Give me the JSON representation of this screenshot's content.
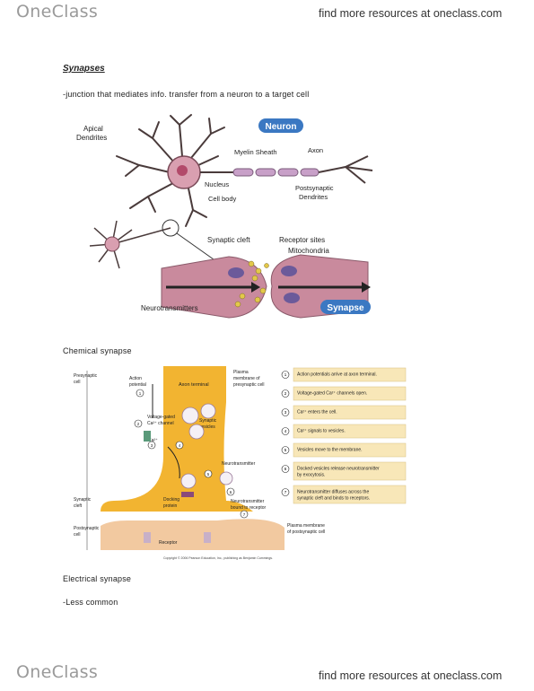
{
  "header": {
    "logo": "OneClass",
    "tagline": "find more resources at oneclass.com"
  },
  "footer": {
    "logo": "OneClass",
    "tagline": "find more resources at oneclass.com"
  },
  "content": {
    "heading": "Synapses",
    "definition": "-junction that mediates info. transfer from a neuron to a target cell",
    "chemical_heading": "Chemical synapse",
    "electrical_heading": "Electrical synapse",
    "electrical_note": "-Less common"
  },
  "figure1": {
    "neuron_badge": "Neuron",
    "synapse_badge": "Synapse",
    "labels": {
      "apical": "Apical",
      "dendrites": "Dendrites",
      "myelin": "Myelin Sheath",
      "axon": "Axon",
      "nucleus": "Nucleus",
      "cell_body": "Cell body",
      "postsynaptic": "Postsynaptic",
      "post_dendrites": "Dendrites",
      "synaptic_cleft": "Synaptic cleft",
      "receptor_sites": "Receptor sites",
      "mitochondria": "Mitochondria",
      "neurotransmitters": "Neurotransmitters"
    }
  },
  "figure2": {
    "left_labels": {
      "presynaptic_1": "Presynaptic",
      "presynaptic_2": "cell",
      "synaptic_1": "Synaptic",
      "synaptic_2": "cleft",
      "postsynaptic_1": "Postsynaptic",
      "postsynaptic_2": "cell"
    },
    "labels": {
      "action_1": "Action",
      "action_2": "potential",
      "plasma_1": "Plasma",
      "plasma_2": "membrane of",
      "plasma_3": "presynaptic cell",
      "axon_terminal": "Axon terminal",
      "vgc_1": "Voltage-gated",
      "vgc_2": "Ca²⁺ channel",
      "sv_1": "Synaptic",
      "sv_2": "vesicles",
      "ca": "Ca²⁺",
      "neurotransmitter": "Neurotransmitter",
      "docking_1": "Docking",
      "docking_2": "protein",
      "bound_1": "Neurotransmitter",
      "bound_2": "bound to receptor",
      "receptor": "Receptor",
      "pm_post_1": "Plasma membrane",
      "pm_post_2": "of postsynaptic cell",
      "copyright": "Copyright © 2006 Pearson Education, Inc., publishing as Benjamin Cummings."
    },
    "steps": [
      {
        "num": "1",
        "lines": [
          "Action potentials arrive at axon terminal."
        ]
      },
      {
        "num": "2",
        "lines": [
          "Voltage-gated Ca²⁺ channels open."
        ]
      },
      {
        "num": "3",
        "lines": [
          "Ca²⁺ enters the cell."
        ]
      },
      {
        "num": "4",
        "lines": [
          "Ca²⁺ signals to vesicles."
        ]
      },
      {
        "num": "5",
        "lines": [
          "Vesicles move to the membrane."
        ]
      },
      {
        "num": "6",
        "lines": [
          "Docked vesicles release neurotransmitter",
          "by exocytosis."
        ]
      },
      {
        "num": "7",
        "lines": [
          "Neurotransmitter diffuses across the",
          "synaptic cleft and binds to receptors."
        ]
      }
    ]
  },
  "colors": {
    "logo_gray": "#9a9a9a",
    "badge_blue": "#3b78c2",
    "cell_pink": "#c98a9d",
    "terminal_yellow": "#f2b431",
    "postsynaptic_peach": "#f2c9a0",
    "step_box": "#f8e7b8"
  }
}
